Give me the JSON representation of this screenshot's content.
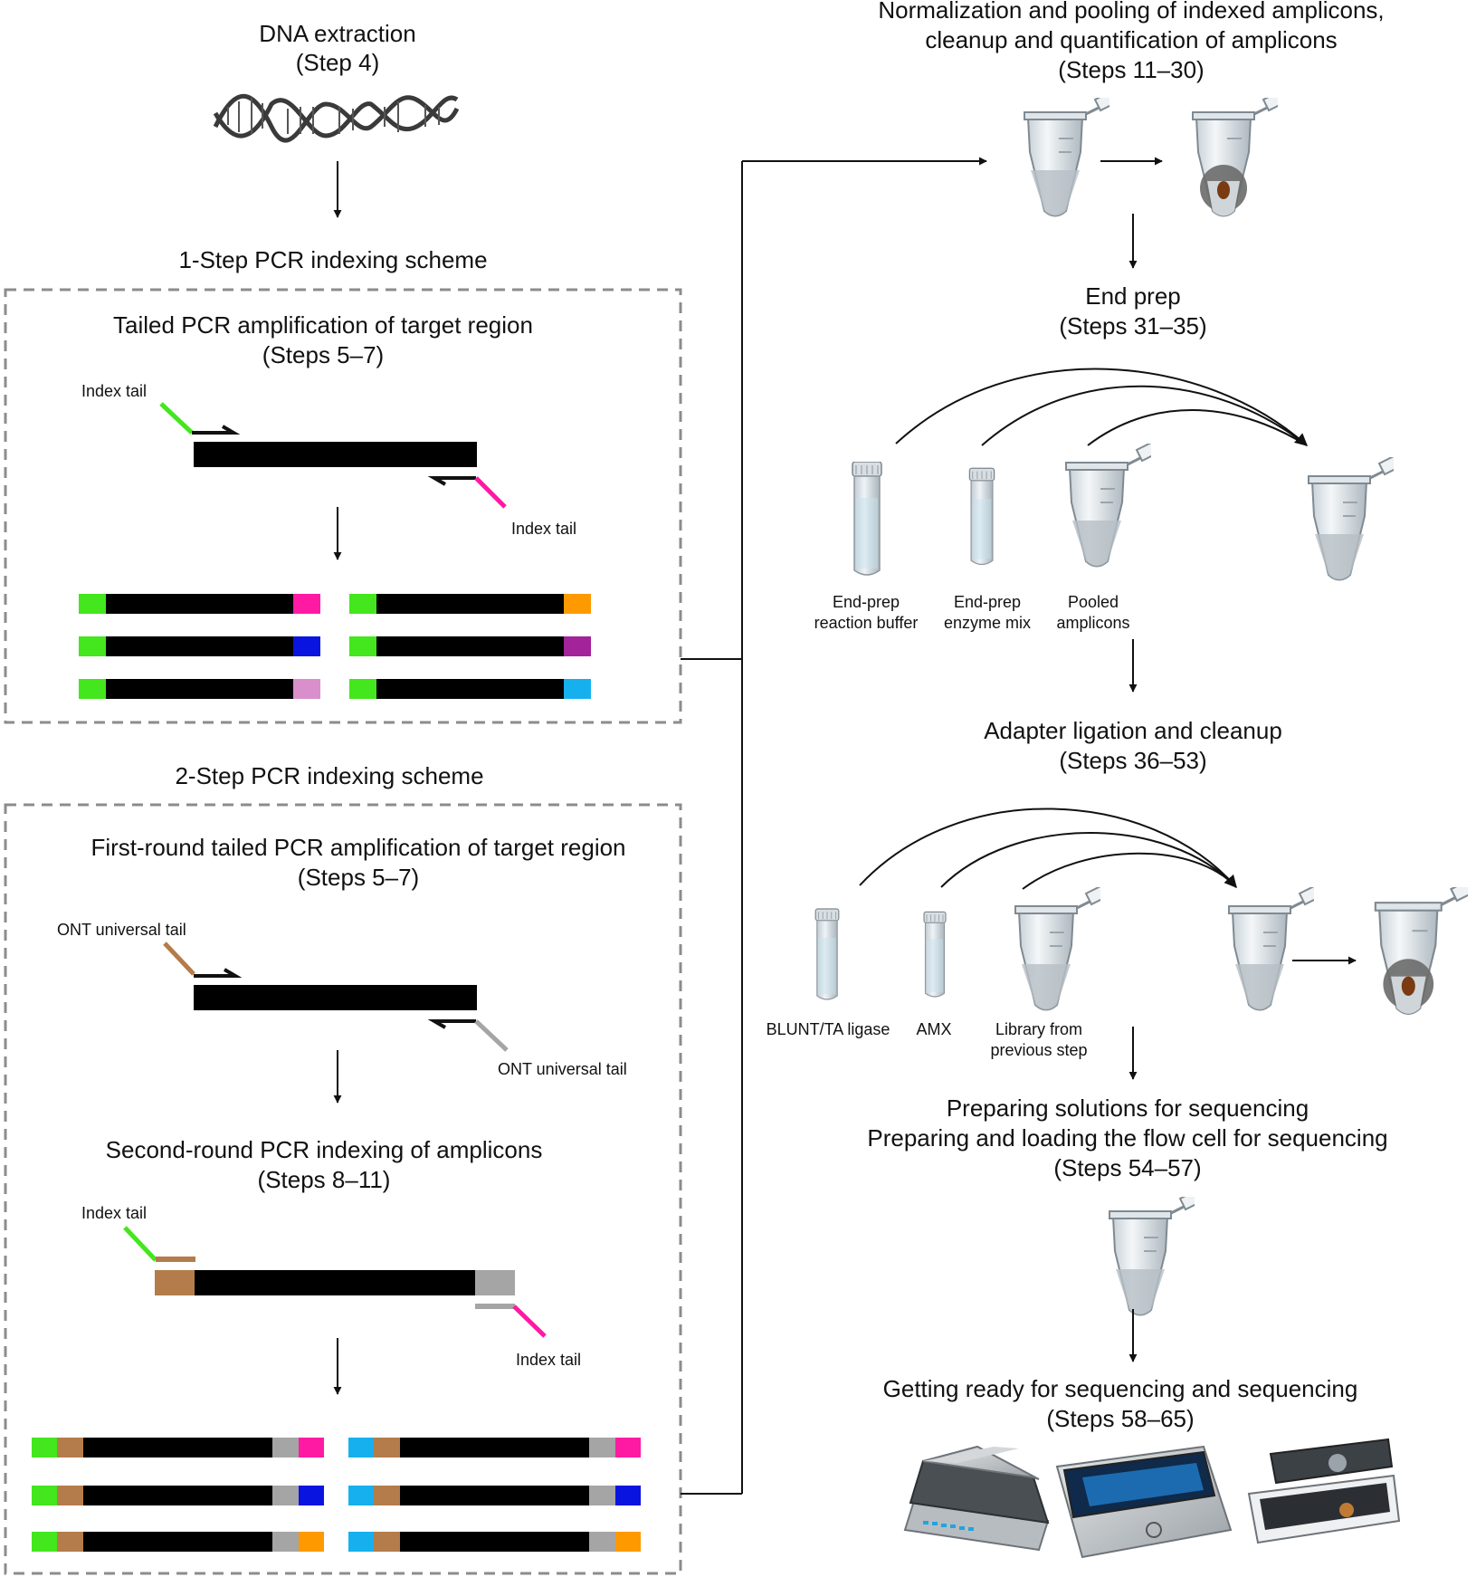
{
  "dna": {
    "title": "DNA extraction",
    "steps": "(Step 4)"
  },
  "one_step": {
    "scheme": "1-Step PCR indexing scheme",
    "title": "Tailed PCR amplification of target region",
    "steps": "(Steps 5–7)",
    "index_tail_left": "Index tail",
    "index_tail_right": "Index tail",
    "index_colors": [
      "#ff1aa3",
      "#ff9900",
      "#0a14e0",
      "#a3239a",
      "#d98fcc",
      "#16b0ee"
    ]
  },
  "two_step": {
    "scheme": "2-Step PCR indexing scheme",
    "round1_title": "First-round tailed PCR amplification of target region",
    "round1_steps": "(Steps 5–7)",
    "ont_tail_left": "ONT universal tail",
    "ont_tail_right": "ONT universal tail",
    "round2_title": "Second-round PCR indexing of amplicons",
    "round2_steps": "(Steps 8–11)",
    "index_tail_left": "Index tail",
    "index_tail_right": "Index tail"
  },
  "norm": {
    "line1": "Normalization and pooling of indexed amplicons,",
    "line2": "cleanup and quantification of amplicons",
    "steps": "(Steps 11–30)"
  },
  "endprep": {
    "title": "End prep",
    "steps": "(Steps 31–35)",
    "buffer_l1": "End-prep",
    "buffer_l2": "reaction buffer",
    "enzyme_l1": "End-prep",
    "enzyme_l2": "enzyme mix",
    "pooled_l1": "Pooled",
    "pooled_l2": "amplicons"
  },
  "adapter": {
    "title": "Adapter ligation and cleanup",
    "steps": "(Steps 36–53)",
    "ligase": "BLUNT/TA ligase",
    "amx": "AMX",
    "library_l1": "Library from",
    "library_l2": "previous step"
  },
  "prep": {
    "line1": "Preparing solutions for sequencing",
    "line2": "Preparing and loading the flow cell for sequencing",
    "steps": "(Steps 54–57)"
  },
  "seq": {
    "title": "Getting ready for sequencing and sequencing",
    "steps": "(Steps 58–65)"
  },
  "colors": {
    "green": "#44e61e",
    "brown": "#b47c4a",
    "grey": "#a5a5a5",
    "box_border": "#8c8c8c"
  }
}
